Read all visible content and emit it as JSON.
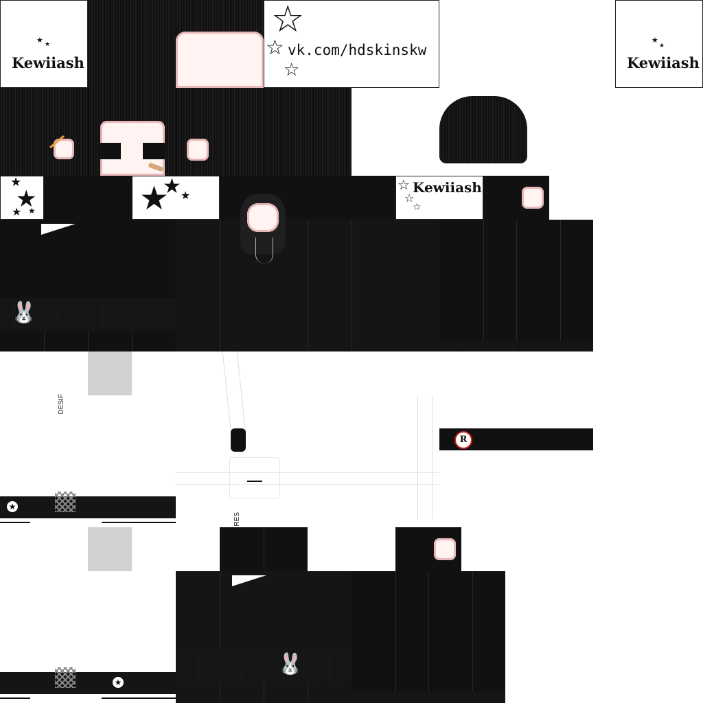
{
  "watermark": {
    "brand": "Kewiiash",
    "url": "vk.com/hdskinskw"
  },
  "labels": {
    "left_side_text": "DESIF",
    "bottom_side_text": "RES"
  },
  "icons": {
    "star": "★",
    "outline_star": "☆",
    "bunny": "playboy-bunny-icon",
    "badge": "R"
  },
  "colors": {
    "background": "#ffffff",
    "garment": "#111111",
    "hair": "#151515",
    "skin": "#fff4f2",
    "blush": "#e8b8b8",
    "leg_gray": "#d2d2d4",
    "badge_ring": "#cc2222"
  }
}
